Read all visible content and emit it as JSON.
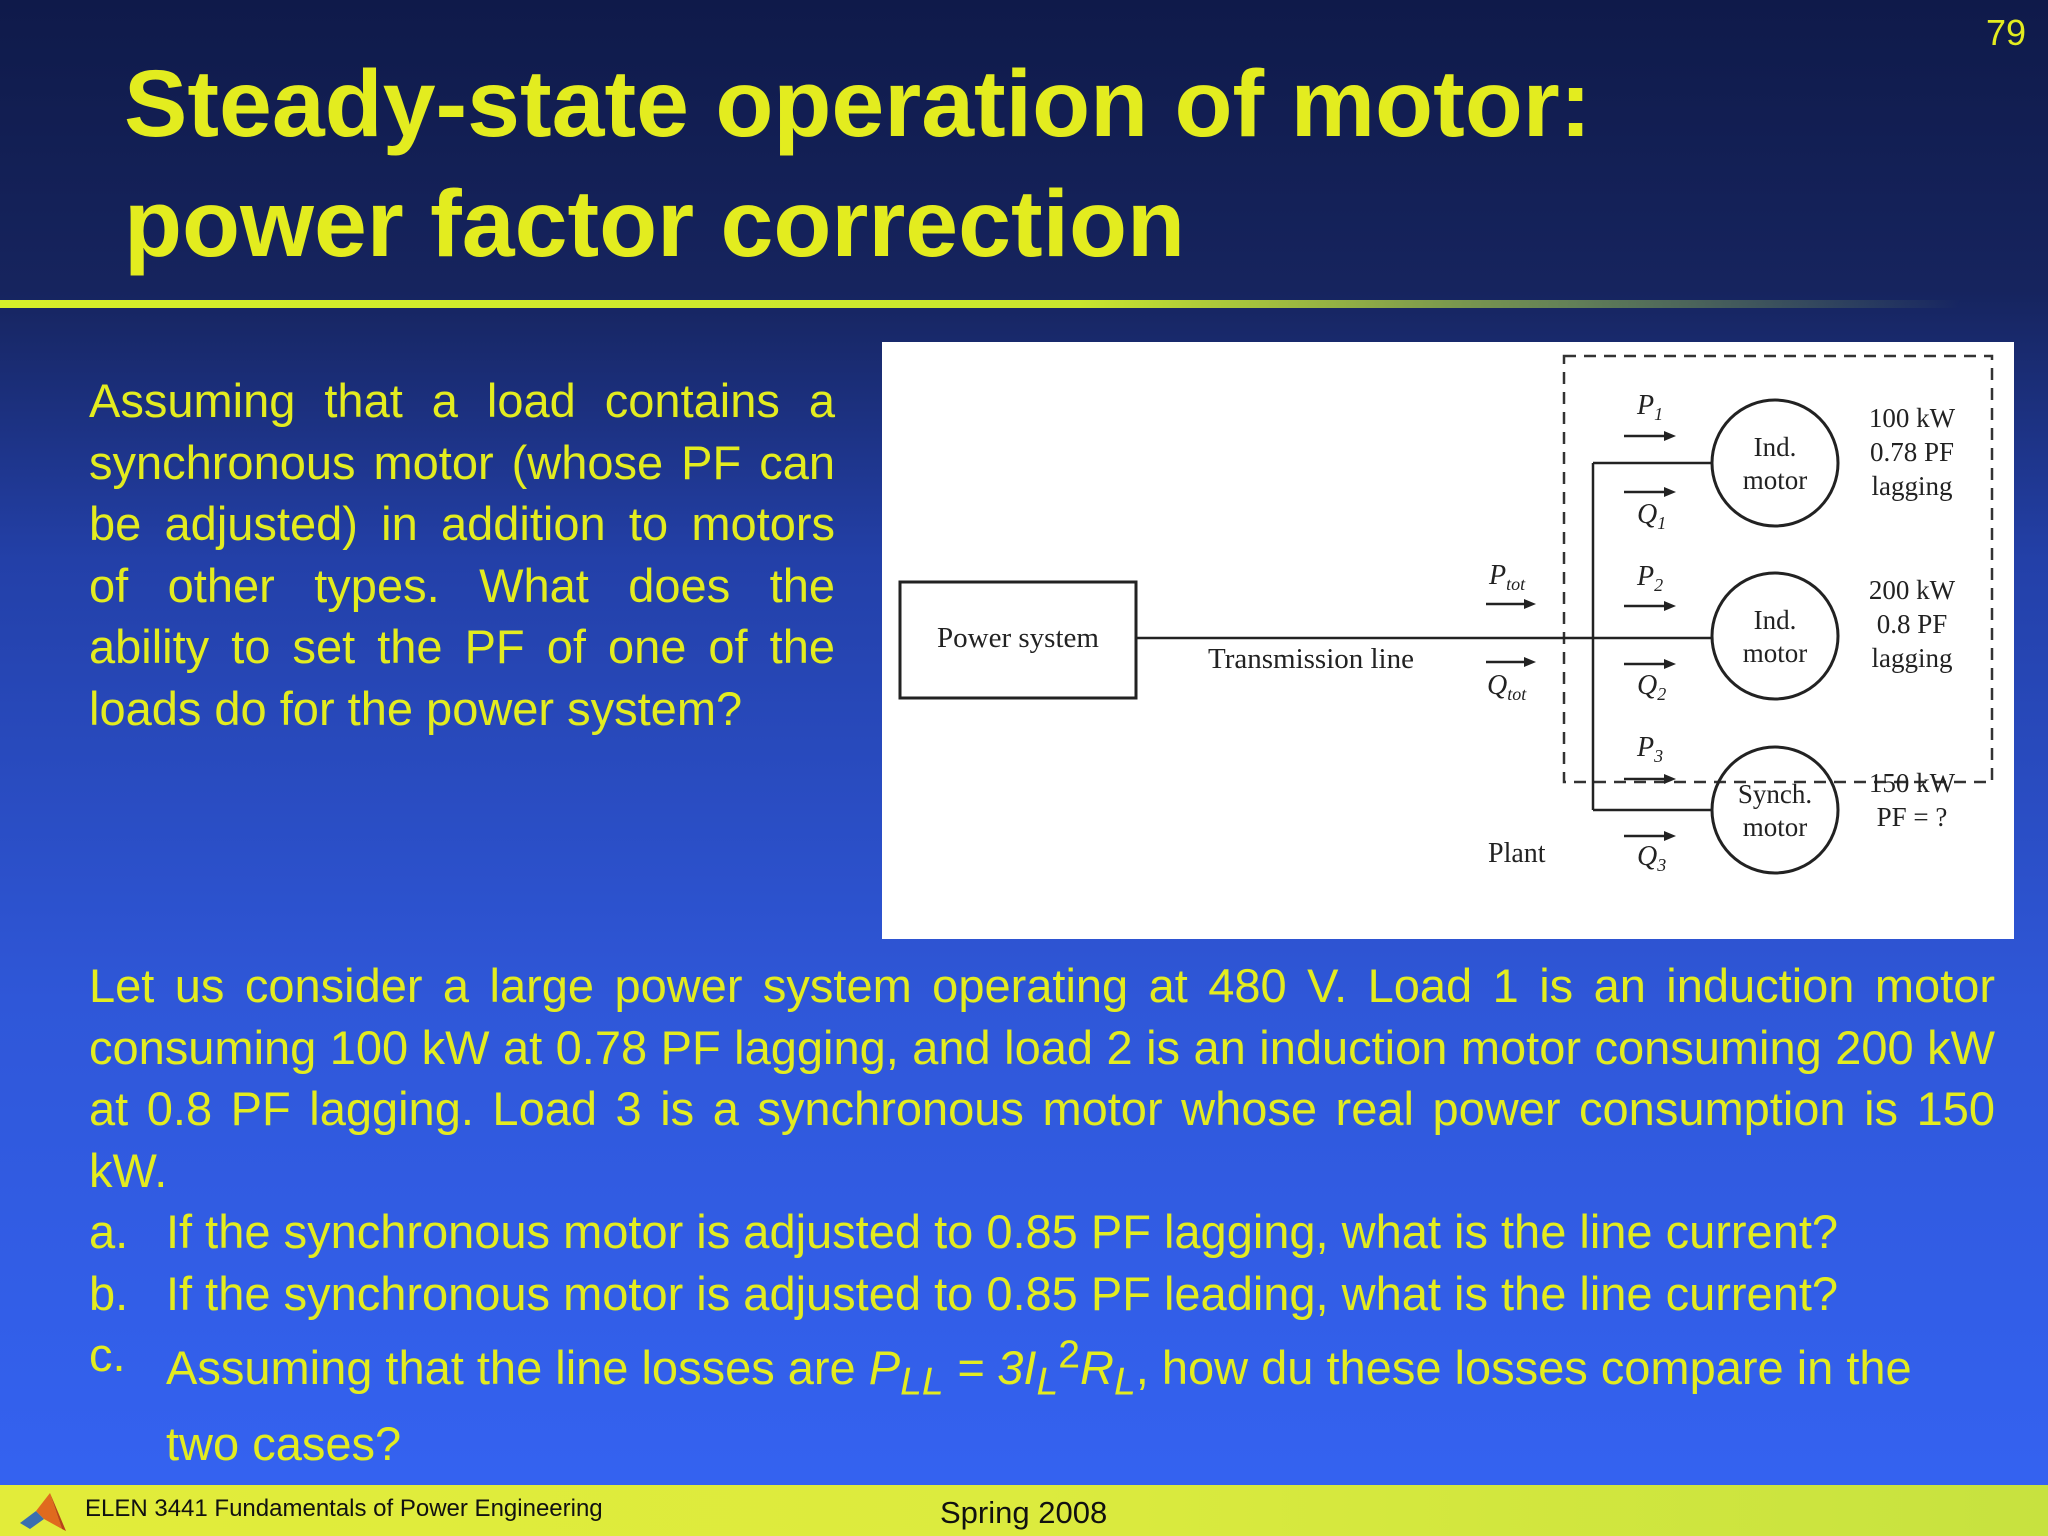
{
  "slide": {
    "number": "79",
    "title_line1": "Steady-state operation of motor:",
    "title_line2": "power factor correction"
  },
  "question": "Assuming that a load contains a synchronous motor (whose PF can be adjusted) in addition to motors of other types. What does the ability to set the PF of one of the loads do for the power system?",
  "figure": {
    "power_system": "Power system",
    "transmission_line": "Transmission line",
    "plant": "Plant",
    "p_tot": "P",
    "p_tot_sub": "tot",
    "q_tot": "Q",
    "q_tot_sub": "tot",
    "loads": [
      {
        "p": "P",
        "q": "Q",
        "sub": "1",
        "motor_line1": "Ind.",
        "motor_line2": "motor",
        "rating1": "100 kW",
        "rating2": "0.78 PF",
        "rating3": "lagging"
      },
      {
        "p": "P",
        "q": "Q",
        "sub": "2",
        "motor_line1": "Ind.",
        "motor_line2": "motor",
        "rating1": "200 kW",
        "rating2": "0.8 PF",
        "rating3": "lagging"
      },
      {
        "p": "P",
        "q": "Q",
        "sub": "3",
        "motor_line1": "Synch.",
        "motor_line2": "motor",
        "rating1": "150 kW",
        "rating2": "PF = ?",
        "rating3": ""
      }
    ]
  },
  "problem": {
    "intro": "Let us consider a large power system operating at 480 V. Load 1 is an induction motor consuming 100 kW at 0.78 PF lagging, and load 2 is an induction motor consuming 200 kW at 0.8 PF lagging. Load 3 is a synchronous motor whose real power consumption is 150 kW.",
    "items": [
      {
        "mark": "a.",
        "text": "If the synchronous motor is adjusted to 0.85 PF lagging, what is the line current?"
      },
      {
        "mark": "b.",
        "text": "If the synchronous motor is adjusted to 0.85 PF leading, what is the line current?"
      }
    ],
    "item_c": {
      "mark": "c.",
      "before": "Assuming that the line losses are ",
      "p": "P",
      "p_sub": "LL",
      "eq": " = 3",
      "i": "I",
      "i_sub": "L",
      "i_sup": "2",
      "r": "R",
      "r_sub": "L",
      "after": ", how du these losses compare in the two cases?"
    }
  },
  "footer": {
    "course": "ELEN 3441 Fundamentals of Power Engineering",
    "term": "Spring 2008"
  },
  "colors": {
    "accent_text": "#e3ec1f",
    "background_top": "#0f1a4a",
    "background_bottom": "#3462f0",
    "footer_bar": "#dceb3e"
  }
}
